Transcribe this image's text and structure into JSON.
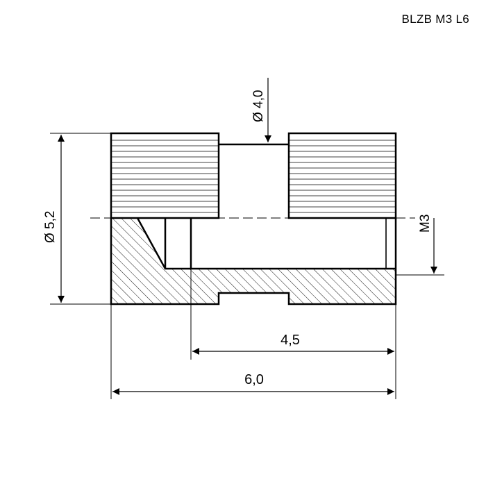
{
  "title": "BLZB M3 L6",
  "dimensions": {
    "bore_diameter": "Ø 4,0",
    "outer_diameter": "Ø 5,2",
    "thread": "M3",
    "thread_length": "4,5",
    "total_length": "6,0"
  }
}
